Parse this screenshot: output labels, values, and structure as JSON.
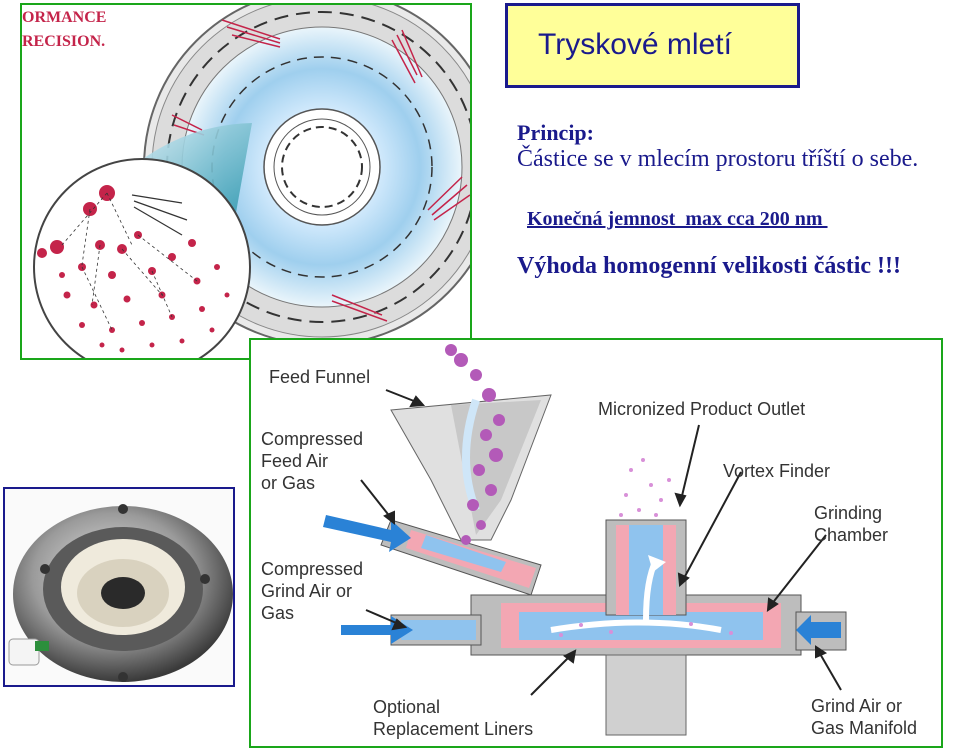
{
  "top_diagram": {
    "caption_line1": "ORMANCE",
    "caption_line2": "RECISION."
  },
  "title": "Tryskové mletí",
  "principle": {
    "heading": "Princip:",
    "text": "Částice se v mlecím prostoru tříští o sebe.",
    "fineness": "Konečná jemnost  max cca 200 nm ",
    "advantage": "Výhoda homogenní velikosti částic !!!"
  },
  "mill_diagram": {
    "labels": {
      "feed_funnel": "Feed Funnel",
      "compressed_feed_air": [
        "Compressed",
        "Feed Air",
        "or Gas"
      ],
      "compressed_grind_air": [
        "Compressed",
        "Grind Air or",
        "Gas"
      ],
      "micronized_outlet": "Micronized Product Outlet",
      "vortex_finder": "Vortex Finder",
      "grinding_chamber": [
        "Grinding",
        "Chamber"
      ],
      "replacement_liners": [
        "Optional",
        "Replacement Liners"
      ],
      "grind_air_manifold": [
        "Grind Air or",
        "Gas Manifold"
      ]
    }
  },
  "colors": {
    "title_fill": "#ffff99",
    "title_border": "#1a1a8c",
    "panel_border": "#1aa61a",
    "particle": "#c4244a"
  }
}
